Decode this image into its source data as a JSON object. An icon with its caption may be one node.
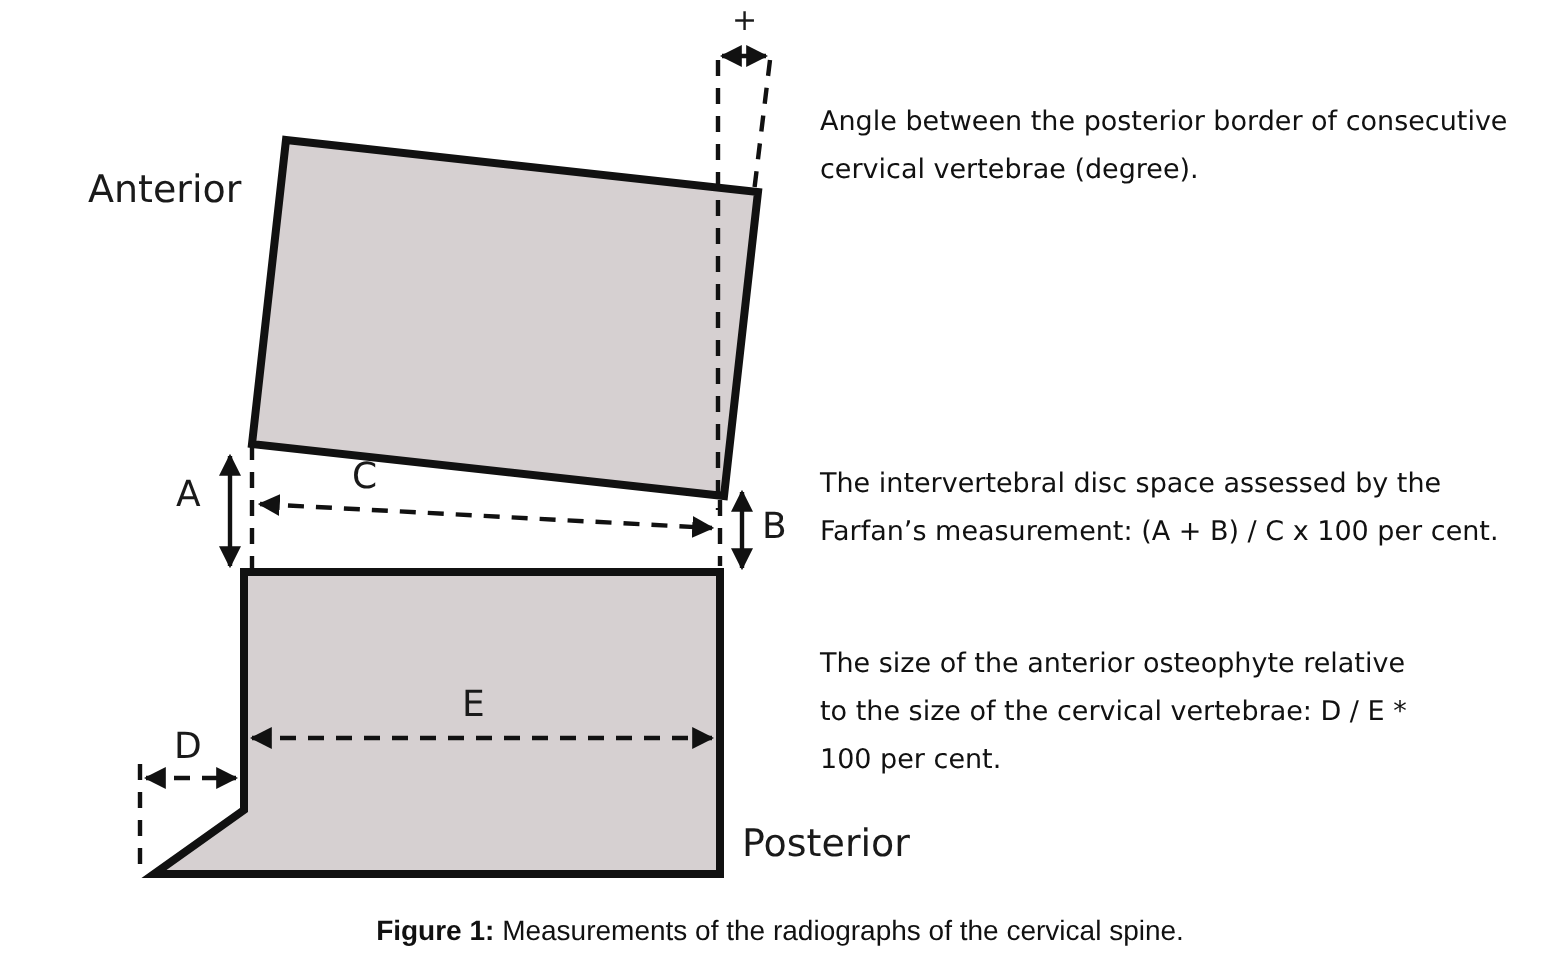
{
  "diagram": {
    "caption": "**Figure 1:** Measurements of the radiographs of the cervical spine.",
    "labels": [
      "+",
      "Angle between the posterior border of consecutive cervical vertebrae (degree).",
      "Anterior",
      "A",
      "C",
      "B",
      "The intervertebral disc space assessed by the Farfan’s measurement: (A + B) / C x 100 per cent.",
      "The size of the anterior osteophyte relative to the size of the cervical vertebrae: D / E  * 100 per cent.",
      "E",
      "D",
      "Posterior"
    ]
  }
}
